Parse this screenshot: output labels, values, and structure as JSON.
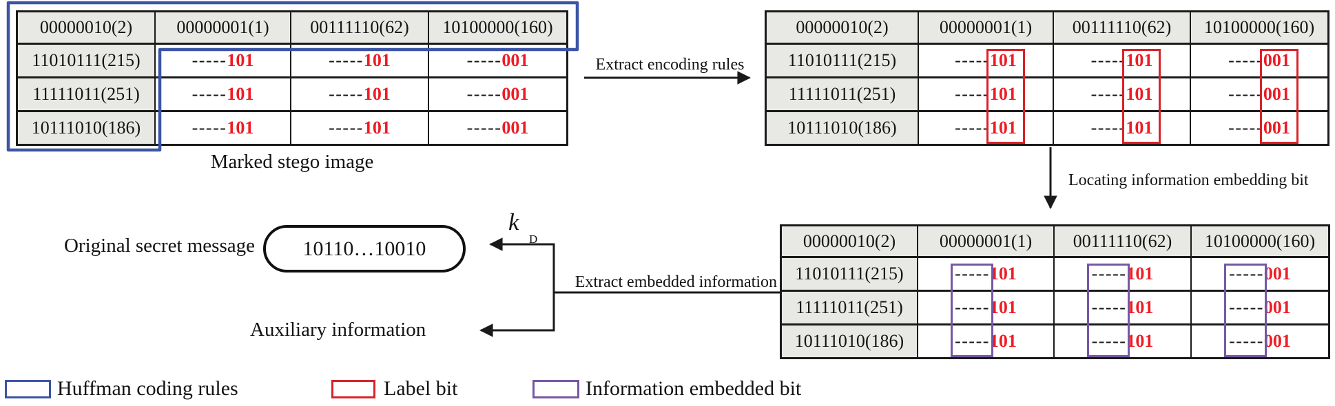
{
  "figure": {
    "tables": {
      "columns": [
        "00000010(2)",
        "00000001(1)",
        "00111110(62)",
        "10100000(160)"
      ],
      "row_labels": [
        "11010111(215)",
        "11111011(251)",
        "10111010(186)"
      ],
      "dashes": "-----",
      "bits_by_column": [
        "101",
        "101",
        "001"
      ]
    },
    "labels": {
      "marked_stego_image": "Marked stego image",
      "extract_encoding_rules": "Extract encoding rules",
      "locating_information_embedding_bit": "Locating information embedding bit",
      "extract_embedded_information": "Extract embedded information",
      "original_secret_message": "Original secret message",
      "auxiliary_information": "Auxiliary information",
      "secret_bits": "10110…10010",
      "key_symbol": "k",
      "key_subscript": "D"
    },
    "legend": [
      {
        "swatch_color": "#3b54a5",
        "label": "Huffman coding rules"
      },
      {
        "swatch_color": "#da2128",
        "label": "Label bit"
      },
      {
        "swatch_color": "#7557a5",
        "label": "Information embedded bit"
      }
    ],
    "colors": {
      "blue": "#3b54a5",
      "red_box": "#da2128",
      "red_text": "#ee1c24",
      "purple": "#7557a5",
      "cell_gray": "#e8e8e5",
      "line": "#1a1a1a"
    }
  }
}
